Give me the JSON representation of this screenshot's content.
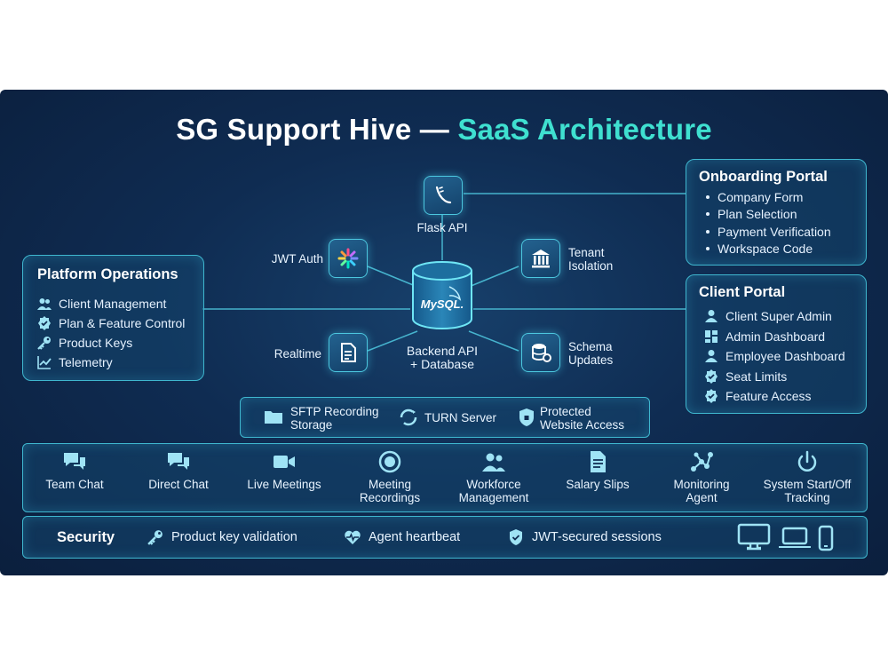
{
  "title": {
    "main": "SG Support Hive —",
    "accent": "SaaS Architecture"
  },
  "center": {
    "db_logo": "MySQL.",
    "label_line1": "Backend API",
    "label_line2": "+ Database"
  },
  "nodes": {
    "flask": "Flask API",
    "jwt": "JWT Auth",
    "tenant_line1": "Tenant",
    "tenant_line2": "Isolation",
    "realtime": "Realtime",
    "schema_line1": "Schema",
    "schema_line2": "Updates"
  },
  "platform_ops": {
    "title": "Platform Operations",
    "items": [
      {
        "label": "Client Management",
        "icon": "users-icon"
      },
      {
        "label": "Plan & Feature Control",
        "icon": "badge-check-icon"
      },
      {
        "label": "Product Keys",
        "icon": "key-icon"
      },
      {
        "label": "Telemetry",
        "icon": "chart-line-icon"
      }
    ]
  },
  "onboarding": {
    "title": "Onboarding Portal",
    "items": [
      "Company Form",
      "Plan Selection",
      "Payment Verification",
      "Workspace Code"
    ]
  },
  "client_portal": {
    "title": "Client Portal",
    "items": [
      {
        "label": "Client Super Admin",
        "icon": "user-icon"
      },
      {
        "label": "Admin Dashboard",
        "icon": "dashboard-icon"
      },
      {
        "label": "Employee Dashboard",
        "icon": "user-icon"
      },
      {
        "label": "Seat Limits",
        "icon": "check-badge-icon"
      },
      {
        "label": "Feature Access",
        "icon": "check-badge-icon"
      }
    ]
  },
  "infra": {
    "sftp_line1": "SFTP Recording",
    "sftp_line2": "Storage",
    "turn": "TURN Server",
    "protected_line1": "Protected",
    "protected_line2": "Website Access"
  },
  "modules": [
    {
      "line1": "Team Chat",
      "line2": "",
      "icon": "chat-icon"
    },
    {
      "line1": "Direct Chat",
      "line2": "",
      "icon": "chat-icon"
    },
    {
      "line1": "Live Meetings",
      "line2": "",
      "icon": "video-icon"
    },
    {
      "line1": "Meeting",
      "line2": "Recordings",
      "icon": "record-icon"
    },
    {
      "line1": "Workforce",
      "line2": "Management",
      "icon": "users-icon"
    },
    {
      "line1": "Salary Slips",
      "line2": "",
      "icon": "document-icon"
    },
    {
      "line1": "Monitoring",
      "line2": "Agent",
      "icon": "network-icon"
    },
    {
      "line1": "System Start/Off",
      "line2": "Tracking",
      "icon": "power-icon"
    }
  ],
  "security": {
    "title": "Security",
    "items": [
      {
        "label": "Product key validation",
        "icon": "key-icon"
      },
      {
        "label": "Agent heartbeat",
        "icon": "heartbeat-icon"
      },
      {
        "label": "JWT-secured sessions",
        "icon": "shield-check-icon"
      }
    ],
    "devices": [
      "desktop-icon",
      "laptop-icon",
      "phone-icon"
    ]
  },
  "colors": {
    "accent": "#3fe0d0",
    "border": "#3fb7cf",
    "background": "#0f2c52"
  }
}
